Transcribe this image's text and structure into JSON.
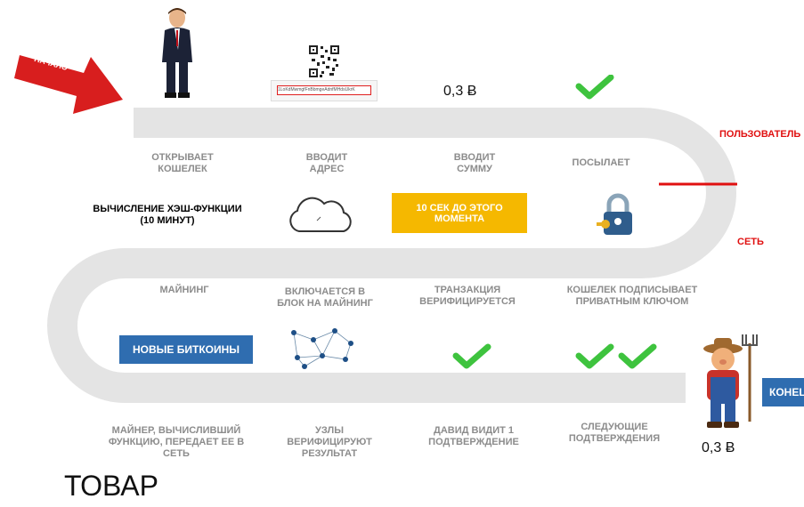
{
  "start_label": "НАЧАЛО",
  "amount_top": "0,3 Ƀ",
  "amount_bottom": "0,3 Ƀ",
  "qr_text": "1LoKdMwmgfFnBbmgeAdnfMHdsUkrK",
  "row1": [
    "ОТКРЫВАЕТ\nКОШЕЛЕК",
    "ВВОДИТ\nАДРЕС",
    "ВВОДИТ\nСУММУ",
    "ПОСЫЛАЕТ"
  ],
  "user_label": "ПОЛЬЗОВАТЕЛЬ",
  "network_label": "СЕТЬ",
  "hash_label": "ВЫЧИСЛЕНИЕ ХЭШ-ФУНКЦИИ\n(10 МИНУТ)",
  "ten_sec": "10 СЕК  ДО ЭТОГО\nМОМЕНТА",
  "row2": [
    "МАЙНИНГ",
    "ВКЛЮЧАЕТСЯ В\nБЛОК НА МАЙНИНГ",
    "ТРАНЗАКЦИЯ\nВЕРИФИЦИРУЕТСЯ",
    "КОШЕЛЕК ПОДПИСЫВАЕТ\nПРИВАТНЫМ КЛЮЧОМ"
  ],
  "new_coins": "НОВЫЕ БИТКОИНЫ",
  "end_label": "КОНЕЦ",
  "row3": [
    "МАЙНЕР, ВЫЧИСЛИВШИЙ\nФУНКЦИЮ, ПЕРЕДАЕТ ЕЕ В\nСЕТЬ",
    "УЗЛЫ\nВЕРИФИЦИРУЮТ\nРЕЗУЛЬТАТ",
    "ДАВИД ВИДИТ 1\nПОДТВЕРЖДЕНИЕ",
    "СЛЕДУЮЩИЕ\nПОДТВЕРЖДЕНИЯ"
  ],
  "goods_label": "ТОВАР",
  "colors": {
    "road": "#e4e4e4",
    "arrow": "#d81e1e",
    "check": "#3ec33e",
    "box_blue": "#2f6db0",
    "box_yellow": "#f5b800",
    "red_line": "#e01010"
  },
  "icons": [
    "person-icon",
    "qr-code-icon",
    "check-icon",
    "cloud-icon",
    "padlock-icon",
    "network-icon",
    "farmer-icon"
  ]
}
